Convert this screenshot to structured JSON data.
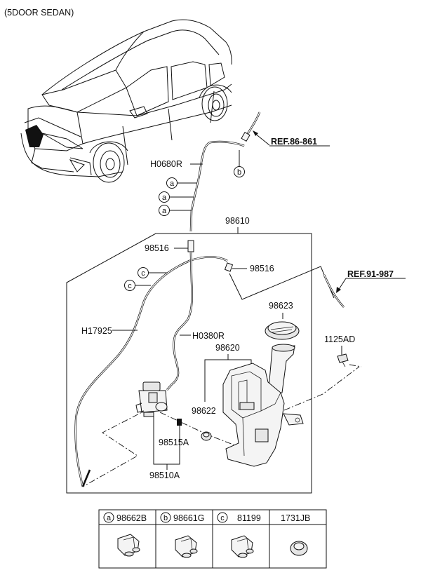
{
  "header": {
    "variant": "(5DOOR SEDAN)"
  },
  "references": [
    {
      "text": "REF.86-861"
    },
    {
      "text": "REF.91-987"
    }
  ],
  "callouts": [
    {
      "id": "h0680r",
      "text": "H0680R"
    },
    {
      "id": "98610",
      "text": "98610"
    },
    {
      "id": "98516a",
      "text": "98516"
    },
    {
      "id": "98516b",
      "text": "98516"
    },
    {
      "id": "98623",
      "text": "98623"
    },
    {
      "id": "h17925",
      "text": "H17925"
    },
    {
      "id": "h0380r",
      "text": "H0380R"
    },
    {
      "id": "1125ad",
      "text": "1125AD"
    },
    {
      "id": "98620",
      "text": "98620"
    },
    {
      "id": "98622",
      "text": "98622"
    },
    {
      "id": "98515a",
      "text": "98515A"
    },
    {
      "id": "98510a",
      "text": "98510A"
    }
  ],
  "clip_markers": [
    {
      "letter": "a"
    },
    {
      "letter": "a"
    },
    {
      "letter": "a"
    },
    {
      "letter": "b"
    },
    {
      "letter": "c"
    },
    {
      "letter": "c"
    }
  ],
  "legend": [
    {
      "letter": "a",
      "part": "98662B",
      "icon": "clip-a-icon"
    },
    {
      "letter": "b",
      "part": "98661G",
      "icon": "clip-b-icon"
    },
    {
      "letter": "c",
      "part": "81199",
      "icon": "clip-c-icon"
    },
    {
      "letter": "",
      "part": "1731JB",
      "icon": "grommet-icon"
    }
  ]
}
